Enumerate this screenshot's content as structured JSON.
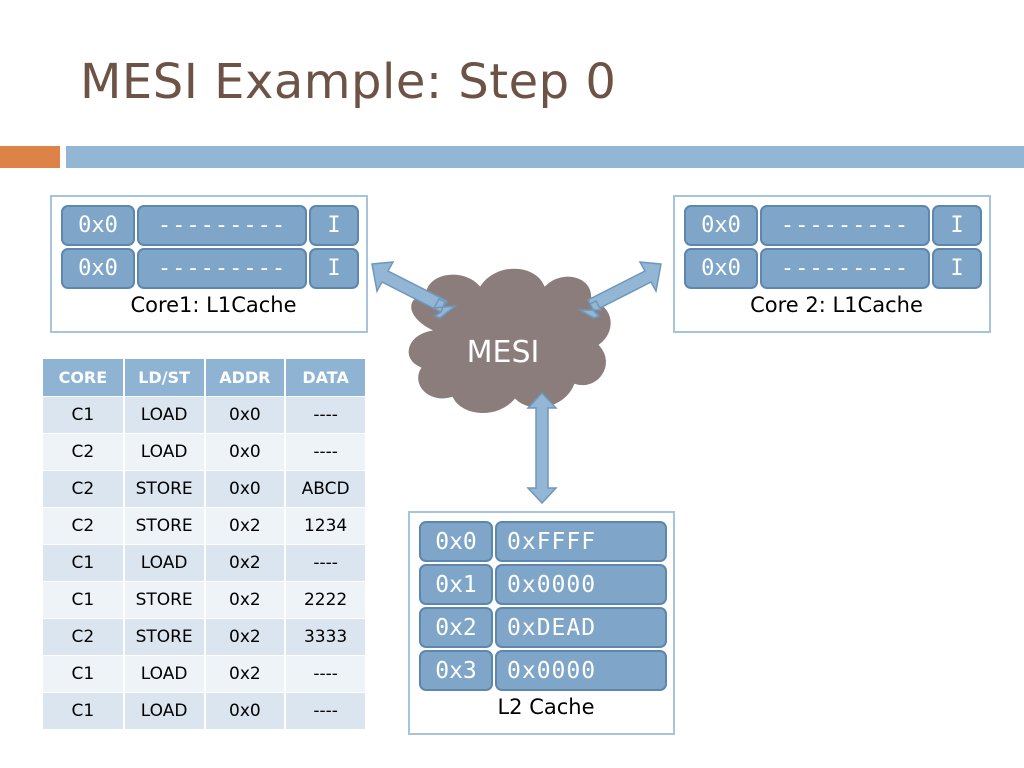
{
  "title": "MESI Example: Step 0",
  "colors": {
    "title": "#6d5345",
    "accent_orange": "#dd8347",
    "accent_blue": "#93b6d4",
    "cell_fill": "#7fa6c8",
    "cloud_fill": "#8c7d7d",
    "arrow_fill": "#93b6d4"
  },
  "core1_l1": {
    "caption": "Core1: L1Cache",
    "rows": [
      {
        "addr": "0x0",
        "data": "---------",
        "state": "I"
      },
      {
        "addr": "0x0",
        "data": "---------",
        "state": "I"
      }
    ]
  },
  "core2_l1": {
    "caption": "Core 2: L1Cache",
    "rows": [
      {
        "addr": "0x0",
        "data": "---------",
        "state": "I"
      },
      {
        "addr": "0x0",
        "data": "---------",
        "state": "I"
      }
    ]
  },
  "bus": {
    "label": "MESI",
    "icon": "cloud-shape"
  },
  "l2": {
    "caption": "L2 Cache",
    "rows": [
      {
        "addr": "0x0",
        "data": "0xFFFF"
      },
      {
        "addr": "0x1",
        "data": "0x0000"
      },
      {
        "addr": "0x2",
        "data": "0xDEAD"
      },
      {
        "addr": "0x3",
        "data": "0x0000"
      }
    ]
  },
  "access_table": {
    "headers": [
      "CORE",
      "LD/ST",
      "ADDR",
      "DATA"
    ],
    "rows": [
      [
        "C1",
        "LOAD",
        "0x0",
        "----"
      ],
      [
        "C2",
        "LOAD",
        "0x0",
        "----"
      ],
      [
        "C2",
        "STORE",
        "0x0",
        "ABCD"
      ],
      [
        "C2",
        "STORE",
        "0x2",
        "1234"
      ],
      [
        "C1",
        "LOAD",
        "0x2",
        "----"
      ],
      [
        "C1",
        "STORE",
        "0x2",
        "2222"
      ],
      [
        "C2",
        "STORE",
        "0x2",
        "3333"
      ],
      [
        "C1",
        "LOAD",
        "0x2",
        "----"
      ],
      [
        "C1",
        "LOAD",
        "0x0",
        "----"
      ]
    ]
  }
}
